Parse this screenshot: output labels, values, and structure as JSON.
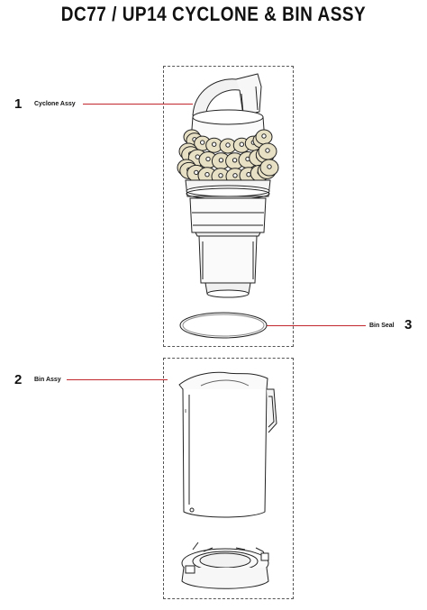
{
  "title": "DC77 / UP14  CYCLONE & BIN ASSY",
  "parts": [
    {
      "number": "1",
      "label": "Cyclone Assy"
    },
    {
      "number": "2",
      "label": "Bin Assy"
    },
    {
      "number": "3",
      "label": "Bin Seal"
    }
  ],
  "colors": {
    "leader": "#c1272d",
    "outline": "#222222",
    "petal": "#e8e0c4"
  }
}
